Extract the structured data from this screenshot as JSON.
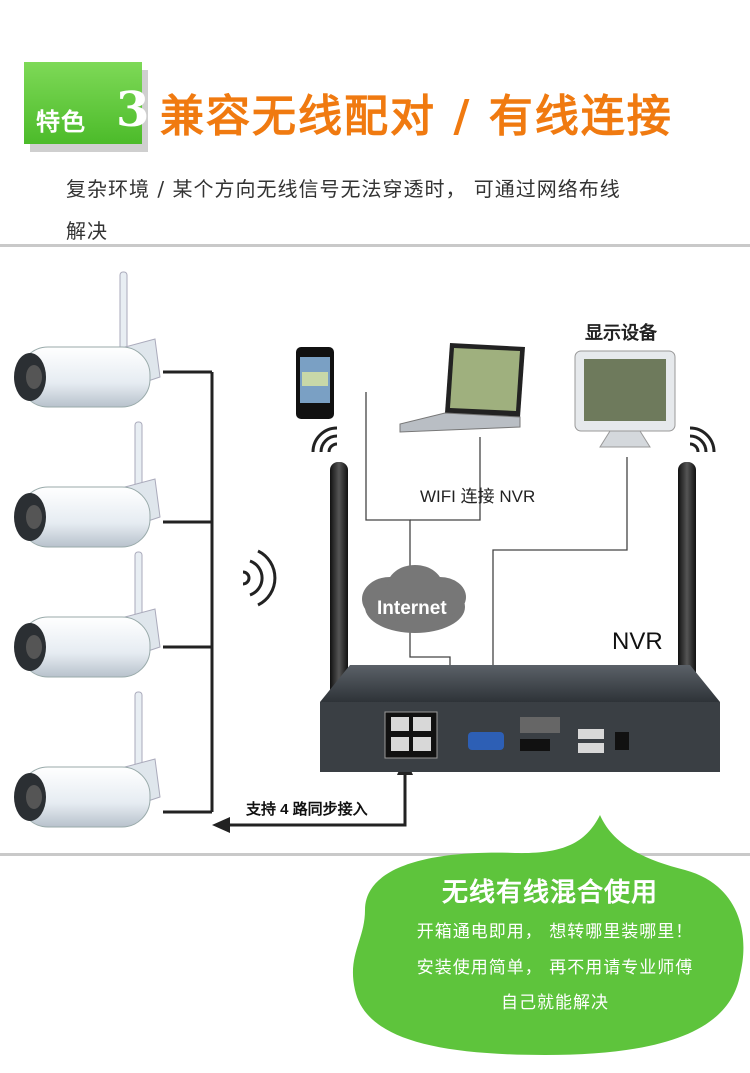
{
  "header": {
    "badge_label": "特色",
    "badge_number": "3",
    "title": "兼容无线配对 / 有线连接"
  },
  "intro": {
    "line1": "复杂环境 / 某个方向无线信号无法穿透时， 可通过网络布线",
    "line2": "解决"
  },
  "diagram": {
    "display_label": "显示设备",
    "wifi_label": "WIFI 连接 NVR",
    "internet_label": "Internet",
    "nvr_label": "NVR",
    "support_label": "支持 4 路同步接入"
  },
  "bubble": {
    "title": "无线有线混合使用",
    "line1": "开箱通电即用， 想转哪里装哪里！",
    "line2": "安装使用简单， 再不用请专业师傅",
    "line3": "自己就能解决"
  },
  "colors": {
    "accent_orange": "#f07a10",
    "badge_green": "#5cc636",
    "bubble_green": "#5ec43c"
  }
}
